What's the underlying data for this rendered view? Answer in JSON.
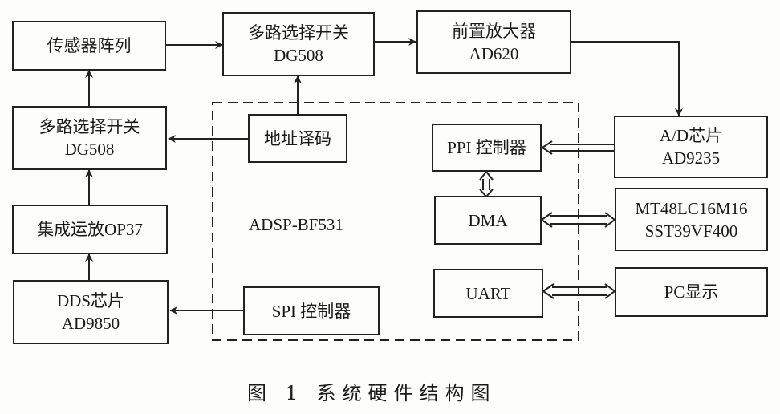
{
  "blocks": {
    "sensor_array": [
      "传感器阵列"
    ],
    "mux_top": [
      "多路选择开关",
      "DG508"
    ],
    "preamp": [
      "前置放大器",
      "AD620"
    ],
    "mux_left": [
      "多路选择开关",
      "DG508"
    ],
    "addr_decode": [
      "地址译码"
    ],
    "opamp": [
      "集成运放OP37"
    ],
    "dds": [
      "DDS芯片",
      "AD9850"
    ],
    "spi": [
      "SPI 控制器"
    ],
    "ppi": [
      "PPI 控制器"
    ],
    "dma": [
      "DMA"
    ],
    "uart": [
      "UART"
    ],
    "adc": [
      "A/D芯片",
      "AD9235"
    ],
    "memory": [
      "MT48LC16M16",
      "SST39VF400"
    ],
    "pc": [
      "PC显示"
    ]
  },
  "dsp_label": "ADSP-BF531",
  "caption": "图 1  系统硬件结构图",
  "connections": [
    {
      "from": "sensor_array",
      "to": "mux_top",
      "type": "single-arrow"
    },
    {
      "from": "mux_top",
      "to": "preamp",
      "type": "single-arrow"
    },
    {
      "from": "preamp",
      "to": "adc",
      "type": "single-arrow"
    },
    {
      "from": "adc",
      "to": "ppi",
      "type": "bus-arrow"
    },
    {
      "from": "ppi",
      "to": "dma",
      "type": "bus-bidirectional"
    },
    {
      "from": "dma",
      "to": "memory",
      "type": "bus-bidirectional"
    },
    {
      "from": "uart",
      "to": "pc",
      "type": "bus-bidirectional"
    },
    {
      "from": "addr_decode",
      "to": "mux_top",
      "type": "single-arrow"
    },
    {
      "from": "addr_decode",
      "to": "mux_left",
      "type": "single-arrow"
    },
    {
      "from": "mux_left",
      "to": "sensor_array",
      "type": "single-arrow"
    },
    {
      "from": "opamp",
      "to": "mux_left",
      "type": "single-arrow"
    },
    {
      "from": "dds",
      "to": "opamp",
      "type": "single-arrow"
    },
    {
      "from": "spi",
      "to": "dds",
      "type": "single-arrow"
    }
  ]
}
